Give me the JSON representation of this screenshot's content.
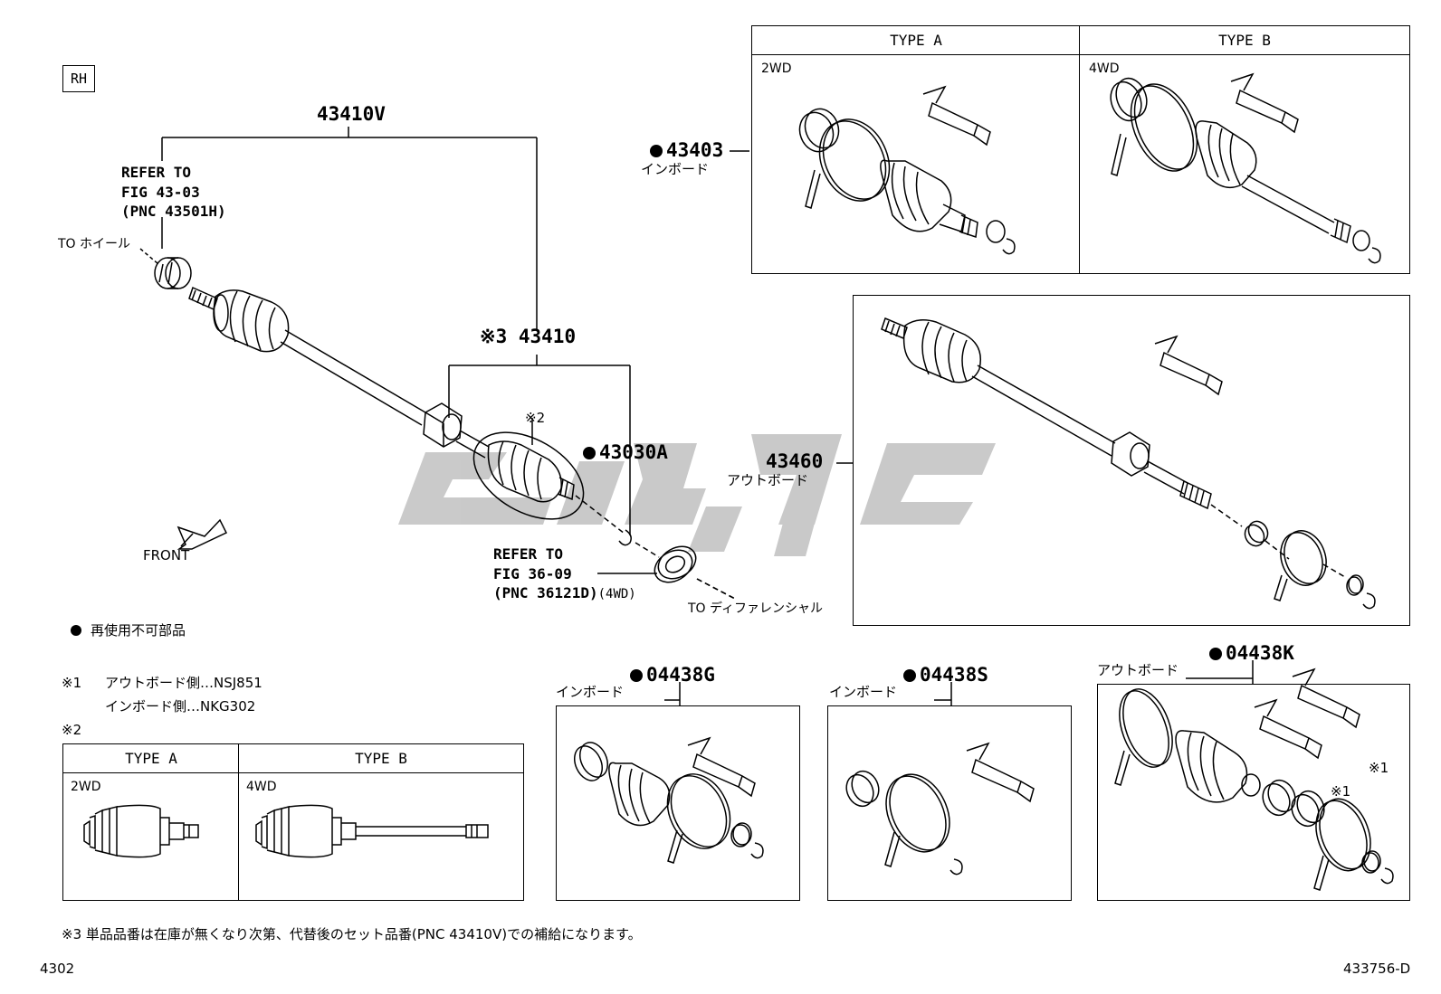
{
  "corner_label": "RH",
  "part_numbers": {
    "driveshaft_assy": "43410V",
    "inner_shaft": "※3 43410",
    "inner_joint_mark": "※2",
    "snap_ring": "43030A",
    "inboard_boot_kit": "43403",
    "outboard_shaft": "43460",
    "boot_kit_g": "04438G",
    "boot_kit_s": "04438S",
    "boot_kit_k": "04438K"
  },
  "descriptors": {
    "inboard": "インボード",
    "outboard": "アウトボード",
    "to_wheel": "TO ホイール",
    "to_differential": "TO ディファレンシャル",
    "front": "FRONT",
    "four_wd_note": "(4WD)"
  },
  "refer_hub": [
    "REFER TO",
    "FIG 43-03",
    "(PNC 43501H)"
  ],
  "refer_seal": [
    "REFER TO",
    "FIG 36-09",
    "(PNC 36121D)"
  ],
  "legend": {
    "non_reusable": "再使用不可部品",
    "note1_mark": "※1",
    "note1_line1": "アウトボード側…NSJ851",
    "note1_line2": "インボード側…NKG302",
    "note2_mark": "※2",
    "note3": "※3 単品品番は在庫が無くなり次第、代替後のセット品番(PNC 43410V)での補給になります。"
  },
  "type_tables": {
    "type_a": "TYPE A",
    "type_b": "TYPE B",
    "two_wd": "2WD",
    "four_wd": "4WD"
  },
  "kit_k_marks": [
    "※1",
    "※1"
  ],
  "footer": {
    "left": "4302",
    "right": "433756-D"
  },
  "colors": {
    "line": "#000000",
    "watermark": "#c4c4c4",
    "background": "#ffffff"
  }
}
